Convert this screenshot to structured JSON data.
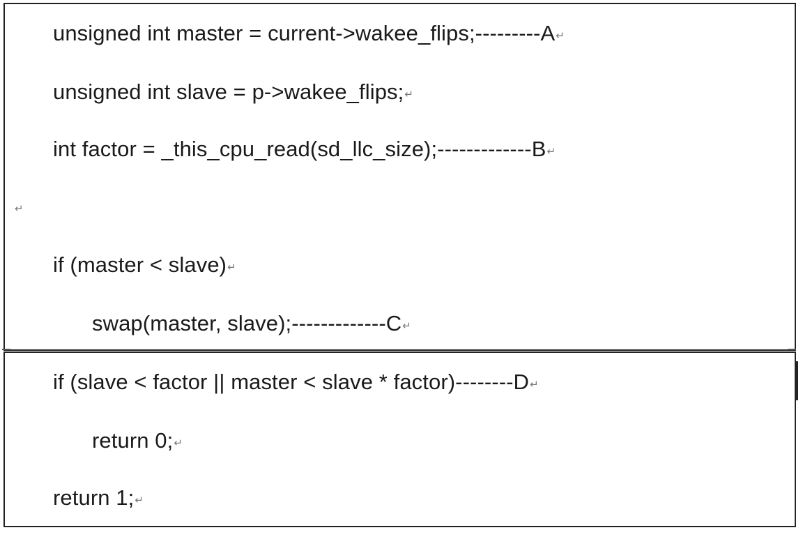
{
  "code": {
    "return_mark": "↵",
    "lines": [
      "unsigned int master = current->wakee_flips;---------A",
      "unsigned int slave = p->wakee_flips;",
      "int factor = _this_cpu_read(sd_llc_size);-------------B",
      "",
      "if (master < slave)",
      "swap(master, slave);-------------C",
      "if (slave < factor || master < slave * factor)--------D",
      "return 0;",
      "return 1;"
    ]
  }
}
